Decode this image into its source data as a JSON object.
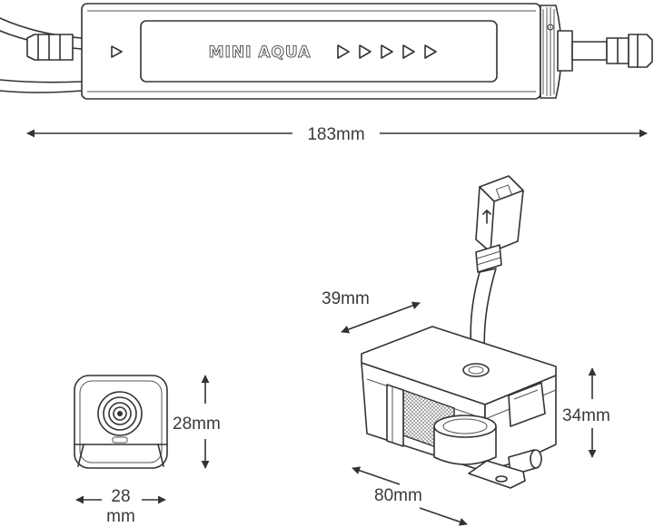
{
  "product": {
    "brand_label": "MINI AQUA"
  },
  "dimensions": {
    "length": "183mm",
    "pump_depth": "39mm",
    "pump_height": "34mm",
    "pump_width": "80mm",
    "sensor_height": "28mm",
    "sensor_width_value": "28",
    "sensor_width_unit": "mm"
  }
}
